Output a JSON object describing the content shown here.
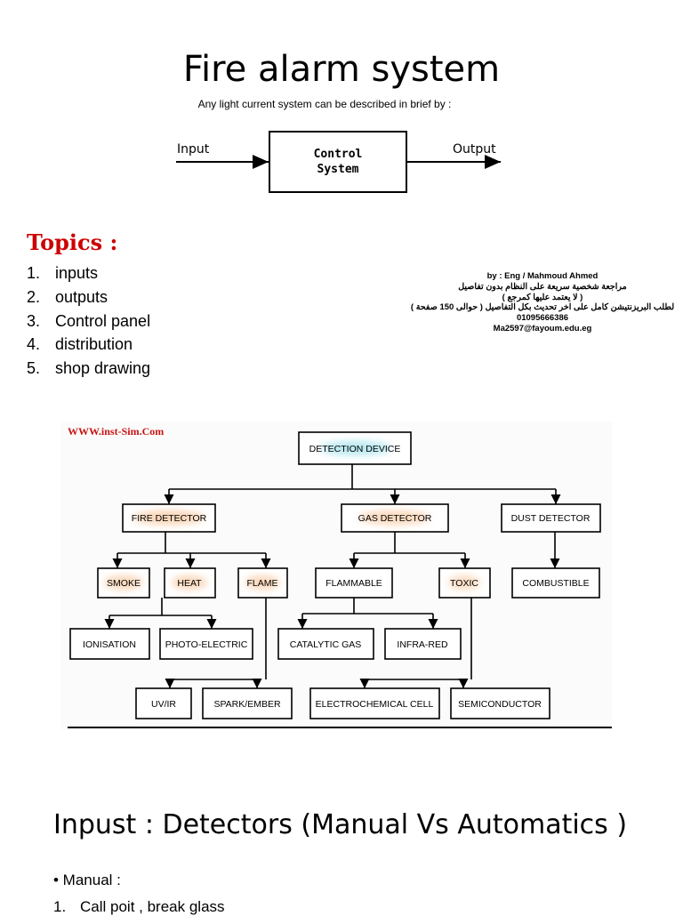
{
  "title": "Fire alarm system",
  "intro": "Any light current system can be described in brief by :",
  "flow": {
    "input_label": "Input",
    "control_line1": "Control",
    "control_line2": "System",
    "output_label": "Output"
  },
  "topics": {
    "heading": "Topics :",
    "items": [
      {
        "num": "1.",
        "text": "inputs"
      },
      {
        "num": "2.",
        "text": "outputs"
      },
      {
        "num": "3.",
        "text": "Control panel"
      },
      {
        "num": "4.",
        "text": "distribution"
      },
      {
        "num": "5.",
        "text": "shop drawing"
      }
    ]
  },
  "author": {
    "line1": "by :   Eng / Mahmoud Ahmed",
    "line2": "مراجعة شخصية سريعة على النظام بدون تفاصيل",
    "line3": "( لا يعتمد عليها كمرجع )",
    "line4": "لطلب البريزنتيشن كامل على اخر تحديث بكل التفاصيل ( حوالى 150 صفحة )",
    "line5": "01095666386",
    "line6": "Ma2597@fayoum.edu.eg"
  },
  "diagram": {
    "watermark": "WWW.inst-Sim.Com",
    "nodes": {
      "detection": "DETECTION  DEVICE",
      "fire": "FIRE DETECTOR",
      "gas": "GAS DETECTOR",
      "dust": "DUST DETECTOR",
      "smoke": "SMOKE",
      "heat": "HEAT",
      "flame": "FLAME",
      "flammable": "FLAMMABLE",
      "toxic": "TOXIC",
      "combustible": "COMBUSTIBLE",
      "ionisation": "IONISATION",
      "photo": "PHOTO-ELECTRIC",
      "catalytic": "CATALYTIC  GAS",
      "infrared": "INFRA-RED",
      "uvir": "UV/IR",
      "spark": "SPARK/EMBER",
      "electro": "ELECTROCHEMICAL  CELL",
      "semi": "SEMICONDUCTOR"
    }
  },
  "section2": {
    "heading": "Inpust : Detectors (Manual Vs Automatics )",
    "bullet": "• Manual :",
    "sub_num": "1.",
    "sub_text": "Call poit , break glass"
  },
  "colors": {
    "topics_heading": "#cc0000",
    "glow_orange": "#f5b27a",
    "glow_cyan": "#7fd6e6"
  }
}
